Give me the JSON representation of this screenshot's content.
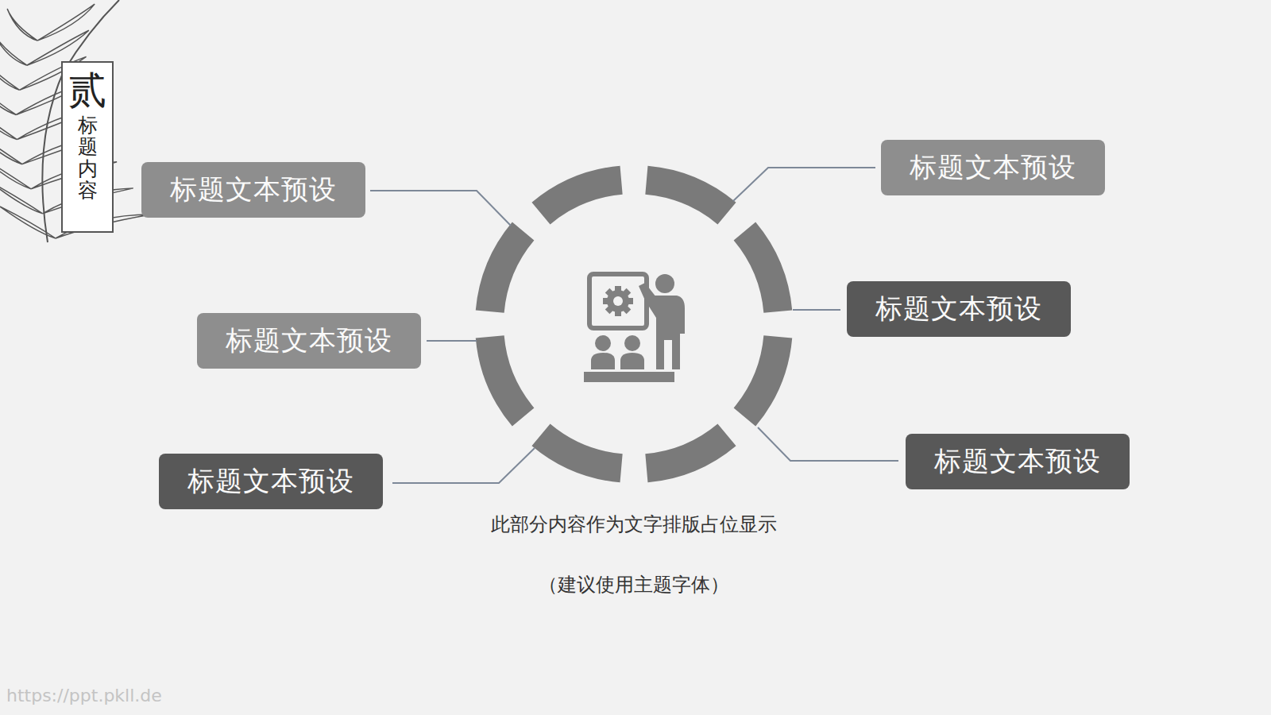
{
  "diagram": {
    "nodes": [
      {
        "text": [
          "贰",
          "标题内容"
        ]
      },
      {
        "text": [
          "标题文本预设"
        ]
      },
      {
        "text": [
          "标题文本预设"
        ]
      },
      {
        "text": [
          "标题文本预设"
        ]
      },
      {
        "text": [
          "标题文本预设"
        ]
      },
      {
        "text": [
          "标题文本预设"
        ]
      },
      {
        "text": [
          "标题文本预设"
        ]
      }
    ],
    "labels": [
      "此部分内容作为文字排版占位显示",
      "（建议使用主题字体）",
      "https://ppt.pkll.de"
    ]
  }
}
